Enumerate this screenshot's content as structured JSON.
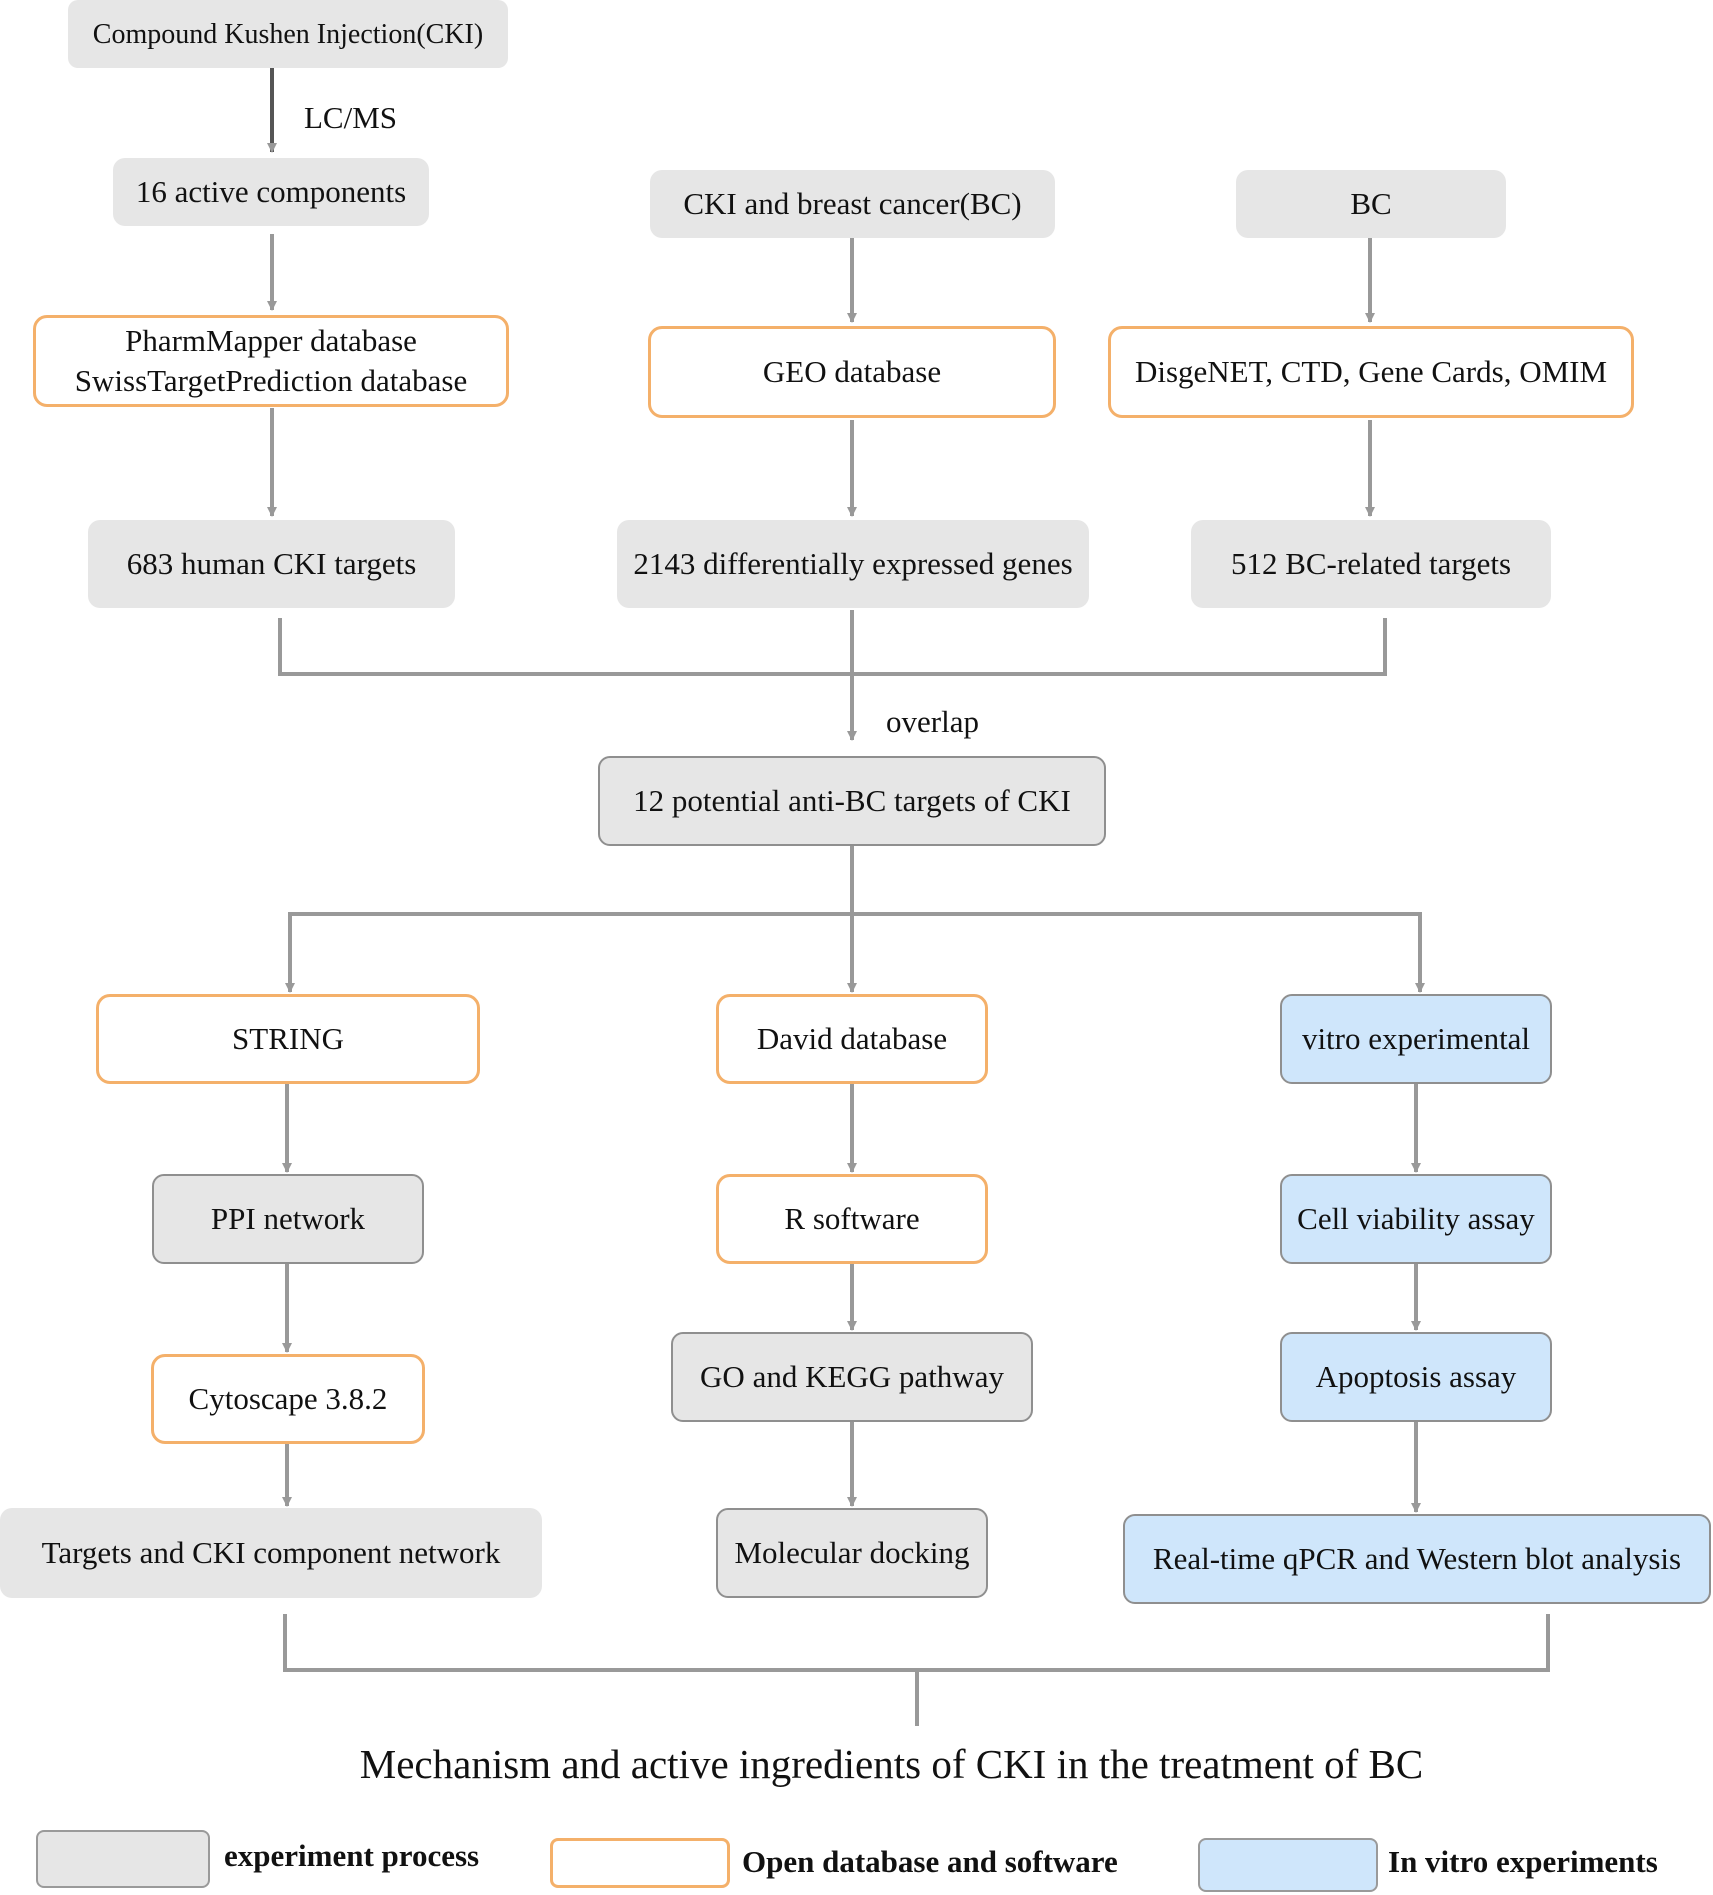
{
  "nodes": {
    "cki": "Compound Kushen Injection(CKI)",
    "active": "16 active components",
    "pharm_line1": "PharmMapper database",
    "pharm_line2": "SwissTargetPrediction database",
    "human_targets": "683 human CKI targets",
    "cki_bc": "CKI and breast cancer(BC)",
    "geo": "GEO database",
    "degs": "2143 differentially expressed genes",
    "bc": "BC",
    "disgenet": "DisgeNET, CTD, Gene Cards, OMIM",
    "bc_targets": "512 BC-related targets",
    "potential": "12 potential anti-BC targets of CKI",
    "string": "STRING",
    "ppi": "PPI network",
    "cytoscape": "Cytoscape 3.8.2",
    "network": "Targets and CKI component network",
    "david": "David database",
    "r": "R software",
    "go": "GO and KEGG pathway",
    "docking": "Molecular docking",
    "vitro": "vitro experimental",
    "viability": "Cell viability assay",
    "apoptosis": "Apoptosis assay",
    "qpcr": "Real-time qPCR and  Western blot analysis"
  },
  "edge_labels": {
    "lcms": "LC/MS",
    "overlap": "overlap"
  },
  "conclusion": "Mechanism and active ingredients of CKI in the treatment of BC",
  "legend": {
    "gray": "experiment process",
    "orange": "Open database and software",
    "blue": "In vitro experiments"
  },
  "colors": {
    "gray_fill": "#e6e6e6",
    "orange_border": "#f4b06a",
    "blue_fill": "#cfe6fb",
    "arrow": "#999999"
  }
}
